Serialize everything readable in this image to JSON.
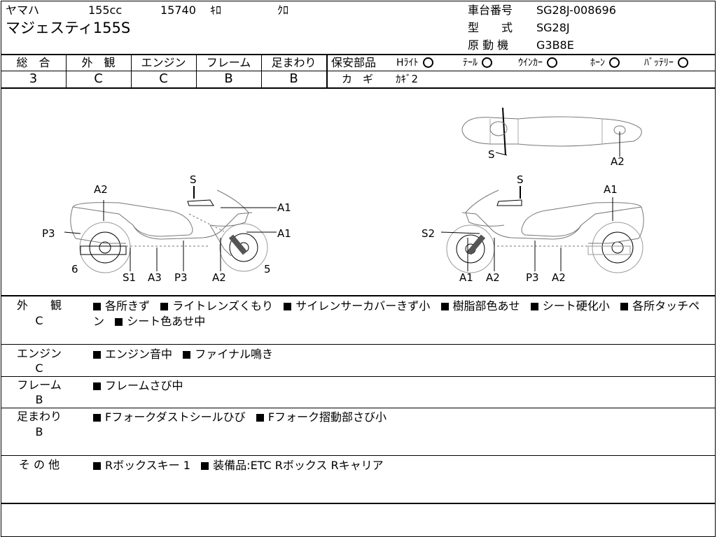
{
  "header": {
    "maker": "ヤマハ",
    "displacement": "155cc",
    "mileage": "15740",
    "mileage_unit": "ｷﾛ",
    "color": "ｸﾛ",
    "model": "マジェスティ155S",
    "frame_no_label": "車台番号",
    "frame_no": "SG28J-008696",
    "type_label": "型　　式",
    "type": "SG28J",
    "engine_label": "原 動 機",
    "engine": "G3B8E"
  },
  "grades": [
    {
      "label": "総　合",
      "value": "3"
    },
    {
      "label": "外　観",
      "value": "C"
    },
    {
      "label": "エンジン",
      "value": "C"
    },
    {
      "label": "フレーム",
      "value": "B"
    },
    {
      "label": "足まわり",
      "value": "B"
    }
  ],
  "safety": {
    "label": "保安部品",
    "items": [
      {
        "name": "Hﾗｲﾄ",
        "status": "circle"
      },
      {
        "name": "ﾃｰﾙ",
        "status": "circle"
      },
      {
        "name": "ｳｲﾝｶｰ",
        "status": "circle"
      },
      {
        "name": "ﾎｰﾝ",
        "status": "circle"
      },
      {
        "name": "ﾊﾞｯﾃﾘｰ",
        "status": "circle"
      }
    ],
    "key_label": "カ　ギ",
    "key_value": "ｶｷﾞ2"
  },
  "diagram": {
    "left_labels": [
      "A2",
      "S",
      "A1",
      "P3",
      "A1",
      "6",
      "S1",
      "A3",
      "P3",
      "A2",
      "5"
    ],
    "right_labels": [
      "S",
      "A1",
      "S2",
      "A1",
      "A2",
      "P3",
      "A2"
    ],
    "top_labels": [
      "S",
      "A2"
    ]
  },
  "sections": [
    {
      "label": "外　　観",
      "grade": "C",
      "items": [
        "各所きず",
        "ライトレンズくもり",
        "サイレンサーカバーきず小",
        "樹脂部色あせ",
        "シート硬化小",
        "各所タッチペン",
        "シート色あせ中"
      ]
    },
    {
      "label": "エンジン",
      "grade": "C",
      "items": [
        "エンジン音中",
        "ファイナル鳴き"
      ]
    },
    {
      "label": "フレーム",
      "grade": "B",
      "items": [
        "フレームさび中"
      ]
    },
    {
      "label": "足まわり",
      "grade": "B",
      "items": [
        "Fフォークダストシールひび",
        "Fフォーク摺動部さび小"
      ]
    },
    {
      "label": "そ の 他",
      "grade": "",
      "items": [
        "Rボックスキー 1",
        "装備品:ETC Rボックス Rキャリア"
      ]
    }
  ]
}
